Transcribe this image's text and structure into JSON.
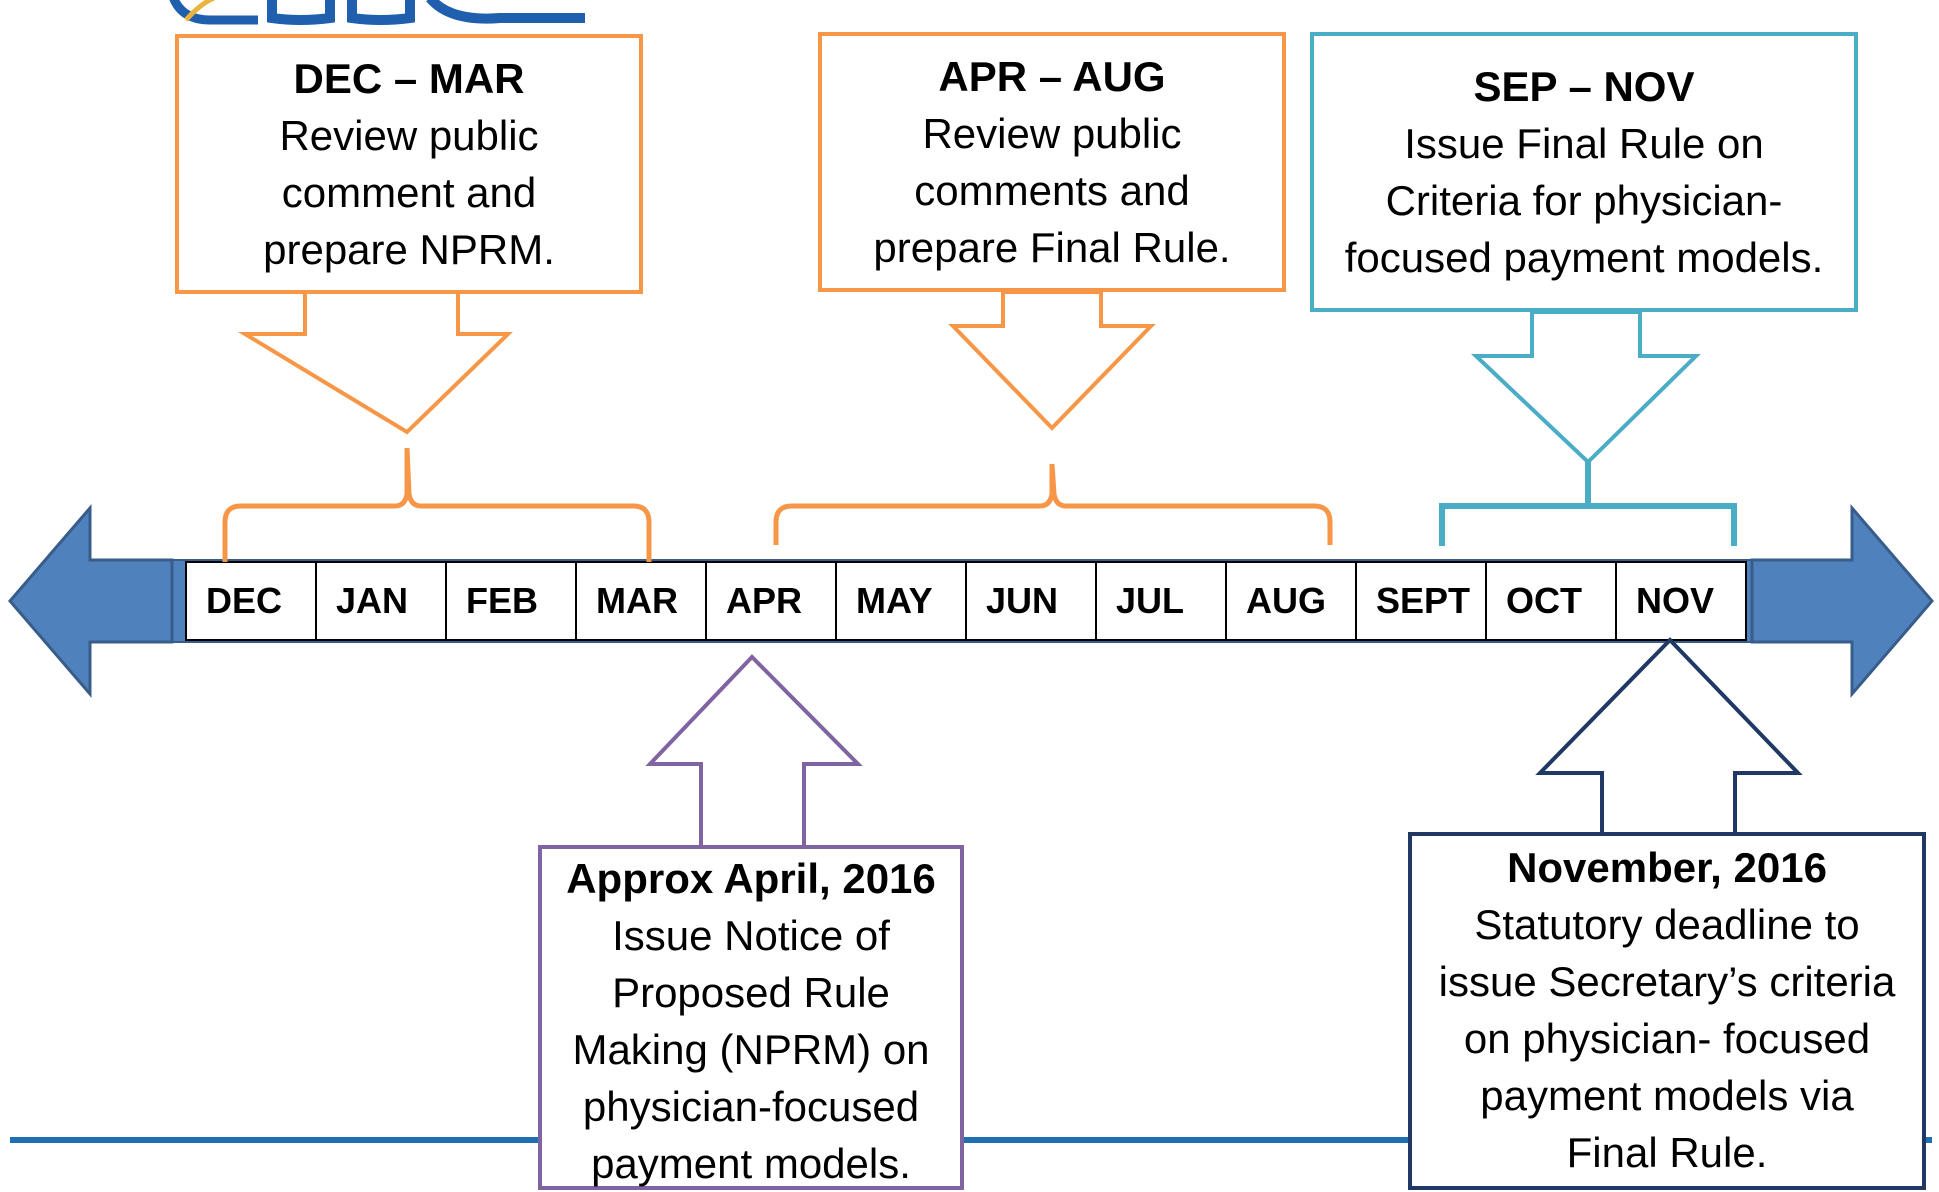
{
  "timeline": {
    "months": [
      "DEC",
      "JAN",
      "FEB",
      "MAR",
      "APR",
      "MAY",
      "JUN",
      "JUL",
      "AUG",
      "SEPT",
      "OCT",
      "NOV"
    ]
  },
  "callouts": {
    "dec_mar": {
      "head": "DEC – MAR",
      "lines": [
        "Review public",
        "comment and",
        "prepare NPRM."
      ],
      "color": "#F79646"
    },
    "apr_aug": {
      "head": "APR – AUG",
      "lines": [
        "Review public",
        "comments and",
        "prepare Final Rule."
      ],
      "color": "#F79646"
    },
    "sep_nov": {
      "head": "SEP – NOV",
      "lines": [
        "Issue Final Rule on",
        "Criteria for physician-",
        "focused payment models."
      ],
      "color": "#4BACC6"
    },
    "april_2016": {
      "head": "Approx April, 2016",
      "lines": [
        "Issue Notice of",
        "Proposed Rule",
        "Making (NPRM) on",
        "physician-focused",
        "payment models."
      ],
      "color": "#8064A2"
    },
    "nov_2016": {
      "head": "November, 2016",
      "lines": [
        "Statutory deadline to",
        "issue Secretary’s criteria",
        "on physician- focused",
        "payment models via",
        "Final Rule."
      ],
      "color": "#1F3864"
    }
  },
  "colors": {
    "arrow": "#4F81BD",
    "arrow_edge": "#385D8A",
    "footer_rule": "#1F6FB2"
  }
}
